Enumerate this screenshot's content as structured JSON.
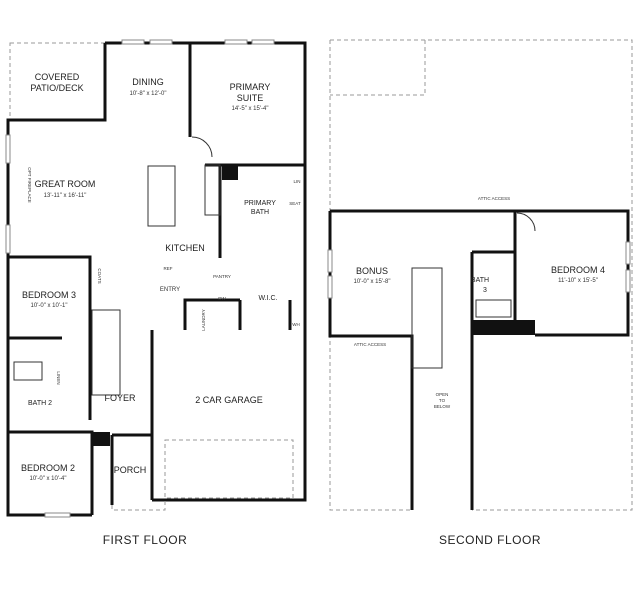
{
  "first_floor": {
    "caption": "FIRST FLOOR",
    "rooms": [
      {
        "name": "COVERED",
        "name2": "PATIO/DECK",
        "dims": ""
      },
      {
        "name": "DINING",
        "dims": "10'-8\" x 12'-0\""
      },
      {
        "name": "PRIMARY",
        "name2": "SUITE",
        "dims": "14'-5\" x 15'-4\""
      },
      {
        "name": "GREAT ROOM",
        "dims": "13'-11\" x 16'-11\""
      },
      {
        "name": "PRIMARY",
        "name2": "BATH",
        "dims": ""
      },
      {
        "name": "KITCHEN",
        "dims": ""
      },
      {
        "name": "BEDROOM 3",
        "dims": "10'-0\" x 10'-1\""
      },
      {
        "name": "W.I.C.",
        "dims": ""
      },
      {
        "name": "FOYER",
        "dims": ""
      },
      {
        "name": "2 CAR GARAGE",
        "dims": ""
      },
      {
        "name": "BATH 2",
        "dims": ""
      },
      {
        "name": "BEDROOM 2",
        "dims": "10'-0\" x 10'-4\""
      },
      {
        "name": "PORCH",
        "dims": ""
      }
    ],
    "small_labels": {
      "fireplace": "OPT FIREPLACE",
      "linen": "LIN",
      "seat": "SEAT",
      "ref": "REF",
      "pantry": "PANTRY",
      "entry": "ENTRY",
      "laundry": "LAUNDRY",
      "coats": "COATS",
      "wh": "WH",
      "linen2": "LINEN",
      "dw": "DW"
    }
  },
  "second_floor": {
    "caption": "SECOND FLOOR",
    "rooms": [
      {
        "name": "BONUS",
        "dims": "10'-0\" x 15'-8\""
      },
      {
        "name": "BEDROOM 4",
        "dims": "11'-10\" x 15'-5\""
      },
      {
        "name": "BATH",
        "name2": "3",
        "dims": ""
      }
    ],
    "small_labels": {
      "attic_top": "ATTIC ACCESS",
      "attic_left": "ATTIC ACCESS",
      "open_below_1": "OPEN",
      "open_below_2": "TO",
      "open_below_3": "BELOW"
    }
  }
}
